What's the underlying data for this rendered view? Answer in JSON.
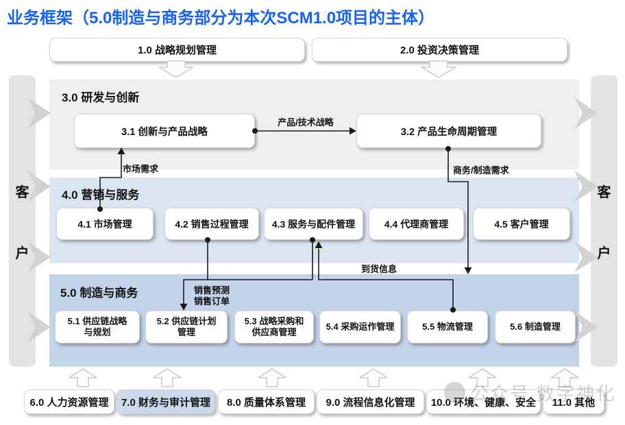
{
  "title": "业务框架（5.0制造与商务部分为本次SCM1.0项目的主体）",
  "top_row": {
    "boxes": [
      {
        "label": "1.0 战略规划管理"
      },
      {
        "label": "2.0 投资决策管理"
      }
    ]
  },
  "left_bar": {
    "char1": "客",
    "char2": "户"
  },
  "right_bar": {
    "char1": "客",
    "char2": "户"
  },
  "section3": {
    "heading": "3.0 研发与创新",
    "boxes": [
      {
        "label": "3.1 创新与产品战略"
      },
      {
        "label": "3.2 产品生命周期管理"
      }
    ]
  },
  "section4": {
    "heading": "4.0 营销与服务",
    "boxes": [
      {
        "label": "4.1 市场管理"
      },
      {
        "label": "4.2 销售过程管理"
      },
      {
        "label": "4.3 服务与配件管理"
      },
      {
        "label": "4.4 代理商管理"
      },
      {
        "label": "4.5 客户管理"
      }
    ]
  },
  "section5": {
    "heading": "5.0 制造与商务",
    "boxes": [
      {
        "line1": "5.1 供应链战略",
        "line2": "与规划"
      },
      {
        "line1": "5.2 供应链计划",
        "line2": "管理"
      },
      {
        "line1": "5.3 战略采购和",
        "line2": "供应商管理"
      },
      {
        "line1": "5.4 采购运作管理",
        "line2": ""
      },
      {
        "line1": "5.5 物流管理",
        "line2": ""
      },
      {
        "line1": "5.6 制造管理",
        "line2": ""
      }
    ]
  },
  "connector_labels": {
    "product_tech": "产品/技术战略",
    "market_demand": "市场需求",
    "biz_mfg_demand": "商务/制造需求",
    "sales_forecast": "销售预测",
    "sales_order": "销售订单",
    "arrival_info": "到货信息"
  },
  "bottom_row": {
    "boxes": [
      {
        "label": "6.0 人力资源管理",
        "highlight": false
      },
      {
        "label": "7.0 财务与审计管理",
        "highlight": true
      },
      {
        "label": "8.0 质量体系管理",
        "highlight": false
      },
      {
        "label": "9.0 流程信息化管理",
        "highlight": false
      },
      {
        "label": "10.0 环境、健康、安全",
        "highlight": false
      },
      {
        "label": "11.0 其他",
        "highlight": false
      }
    ]
  },
  "watermark": {
    "text": "公众号 数字神化"
  },
  "colors": {
    "title_blue": "#1563f0",
    "section3_bg": "#efeff0",
    "section4_bg": "#dbe5f1",
    "section5_bg": "#c3d3e9",
    "sidebar_bg": "#e3e3e3",
    "highlight_box_bg": "#ccd9ea",
    "connector": "#1a1a1a"
  }
}
